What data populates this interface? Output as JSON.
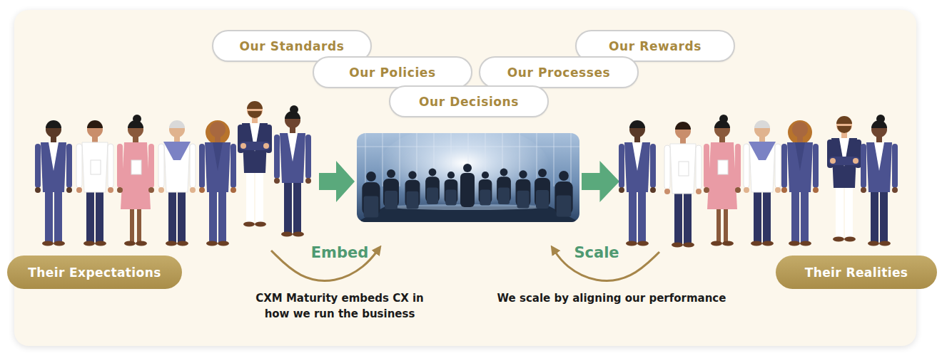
{
  "diagram": {
    "nodes": [
      {
        "text": [
          "Our Standards"
        ]
      },
      {
        "text": [
          "Our Rewards"
        ]
      },
      {
        "text": [
          "Our Policies"
        ]
      },
      {
        "text": [
          "Our Processes"
        ]
      },
      {
        "text": [
          "Our Decisions"
        ]
      },
      {
        "text": [
          "Their Expectations"
        ]
      },
      {
        "text": [
          "Their Realities"
        ]
      }
    ],
    "labels": [
      "Embed",
      "Scale",
      "CXM Maturity embeds CX in how we run the business",
      "We scale by aligning our performance"
    ]
  }
}
